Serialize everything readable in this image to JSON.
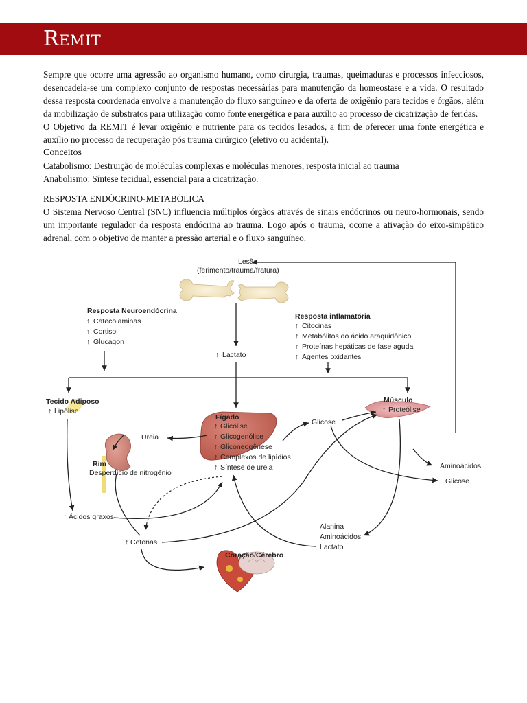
{
  "header": {
    "title": "Remit",
    "color": "#a00c0f"
  },
  "paragraphs": {
    "p1": "Sempre que ocorre uma agressão ao organismo humano, como cirurgia, traumas, queimaduras e processos infecciosos, desencadeia-se um complexo conjunto de respostas necessárias para manutenção da homeostase e a vida. O resultado dessa resposta coordenada envolve a manutenção do fluxo sanguíneo e da oferta de oxigênio para tecidos e órgãos, além da mobilização de substratos para utilização como fonte energética e para auxílio ao processo de cicatrização de feridas.",
    "p2": "O Objetivo da REMIT é levar oxigênio e nutriente para os tecidos lesados, a fim de oferecer uma fonte energética e auxílio no processo de recuperação pós trauma cirúrgico (eletivo ou acidental).",
    "concepts_heading": "Conceitos",
    "catabolism": "Catabolismo: Destruição de moléculas complexas e moléculas menores, resposta inicial ao trauma",
    "anabolism": "Anabolismo: Síntese tecidual, essencial para a cicatrização.",
    "section_heading": "RESPOSTA ENDÓCRINO-METABÓLICA",
    "p3": "O Sistema Nervoso Central (SNC) influencia múltiplos órgãos através de sinais endócrinos ou neuro-hormonais, sendo um importante regulador da resposta endócrina ao trauma. Logo após o trauma, ocorre a ativação do eixo-simpático adrenal, com o objetivo de manter a pressão arterial e o fluxo sanguíneo."
  },
  "diagram": {
    "lesion_title": "Lesão",
    "lesion_subtitle": "(ferimento/trauma/fratura)",
    "neuro_title": "Resposta Neuroendócrina",
    "neuro_items": [
      "Catecolaminas",
      "Cortisol",
      "Glucagon"
    ],
    "inflam_title": "Resposta inflamatória",
    "inflam_items": [
      "Citocinas",
      "Metabólitos do ácido araquidônico",
      "Proteínas hepáticas de fase aguda",
      "Agentes oxidantes"
    ],
    "lactate": "Lactato",
    "adipose_title": "Tecido Adiposo",
    "adipose_item": "Lipólise",
    "muscle_title": "Músculo",
    "muscle_item": "Proteólise",
    "liver_title": "Fígado",
    "liver_items": [
      "Glicólise",
      "Glicogenólise",
      "Gliconeogênese",
      "Complexos de lipídios",
      "Síntese de ureia"
    ],
    "urea": "Ureia",
    "glucose_1": "Glicose",
    "glucose_2": "Glicose",
    "amino_right": "Aminoácidos",
    "kidney_title": "Rim",
    "kidney_item": "Desperdício de nitrogênio",
    "fatty_acids": "Ácidos graxos",
    "ketones": "Cetonas",
    "heart_brain": "Coração/Cérebro",
    "bottom_list": [
      "Alanina",
      "Aminoácidos",
      "Lactato"
    ]
  }
}
